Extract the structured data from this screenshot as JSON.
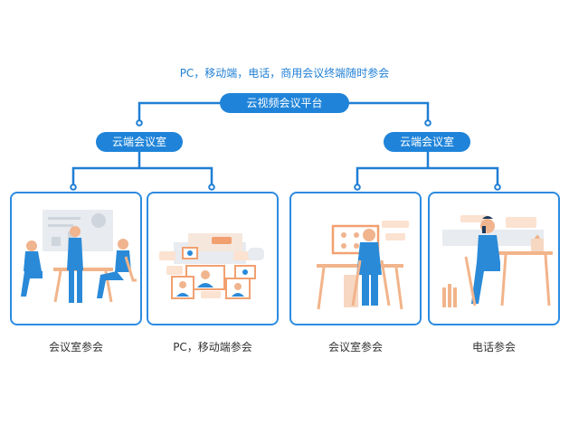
{
  "header": {
    "caption": "PC，移动端，电话，商用会议终端随时参会"
  },
  "platform": {
    "label": "云视频会议平台"
  },
  "cloud_rooms": [
    {
      "label": "云端会议室"
    },
    {
      "label": "云端会议室"
    }
  ],
  "cards": [
    {
      "caption": "会议室参会"
    },
    {
      "caption": "PC，移动端参会"
    },
    {
      "caption": "会议室参会"
    },
    {
      "caption": "电话参会"
    }
  ],
  "colors": {
    "accent": "#1f84d9",
    "line": "#1f7fd4",
    "figure": "#2a8ad8",
    "furniture": "#f2b48a"
  }
}
